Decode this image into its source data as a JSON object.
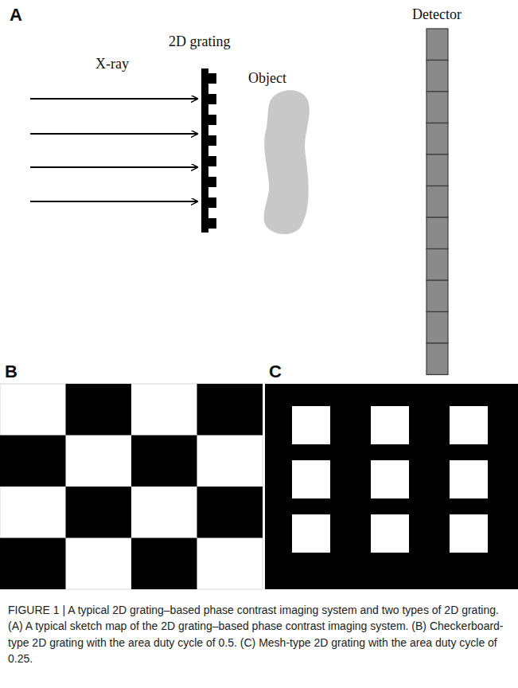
{
  "diagram": {
    "caption": "FIGURE 1 | A typical 2D grating–based phase contrast imaging system and two types of 2D grating. (A) A typical sketch map of the 2D grating–based phase contrast imaging system. (B) Checkerboard-type 2D grating with the area duty cycle of 0.5. (C) Mesh-type 2D grating with the area duty cycle of 0.25.",
    "labels": [
      "A",
      "X-ray",
      "2D grating",
      "Object",
      "Detector",
      "B",
      "C"
    ]
  }
}
